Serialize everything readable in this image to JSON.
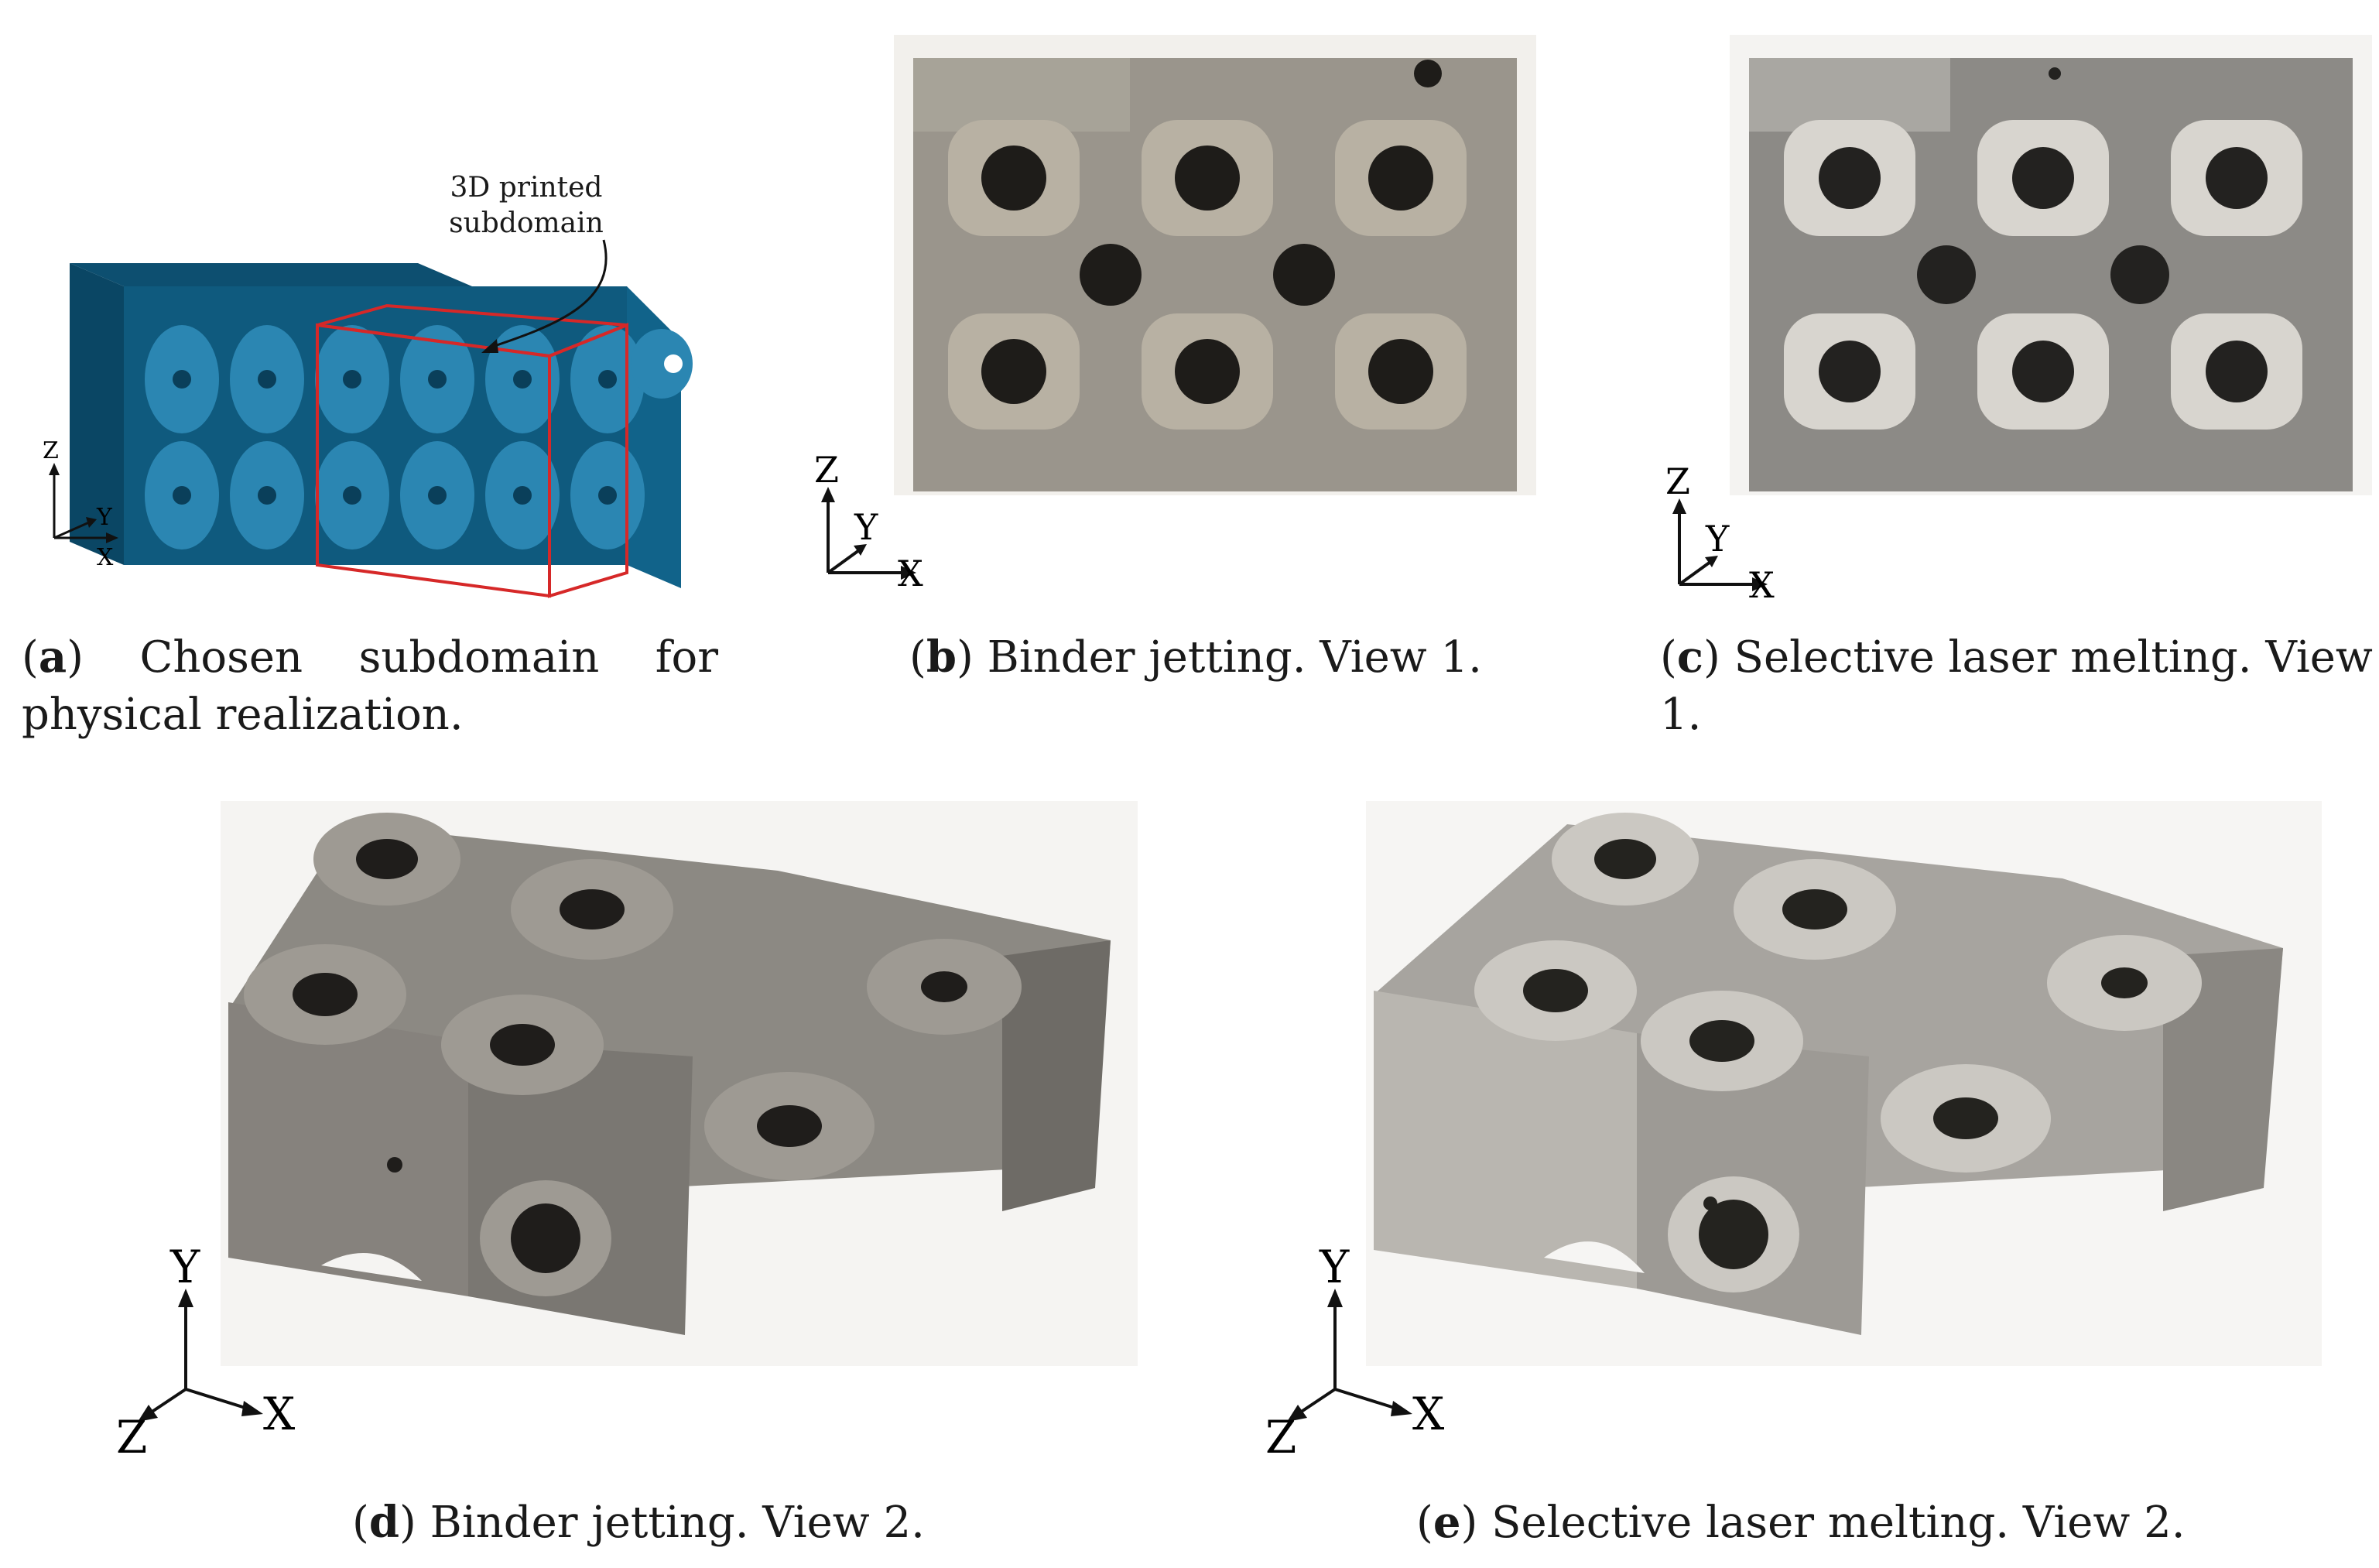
{
  "panels": {
    "a": {
      "letter": "a",
      "caption": "Chosen subdomain for physical realization.",
      "annotation": "3D printed subdomain",
      "axis_labels": [
        "Z",
        "Y",
        "X"
      ]
    },
    "b": {
      "letter": "b",
      "caption": "Binder jetting. View 1.",
      "axis_labels": [
        "Z",
        "Y",
        "X"
      ]
    },
    "c": {
      "letter": "c",
      "caption": "Selective laser melting. View 1.",
      "axis_labels": [
        "Z",
        "Y",
        "X"
      ]
    },
    "d": {
      "letter": "d",
      "caption": "Binder jetting. View 2.",
      "axis_labels": [
        "Y",
        "Z",
        "X"
      ]
    },
    "e": {
      "letter": "e",
      "caption": "Selective laser melting. View 2.",
      "axis_labels": [
        "Y",
        "Z",
        "X"
      ]
    }
  },
  "colors": {
    "model_blue": "#0f5a7e",
    "model_blue_light": "#2b86b2",
    "selection_box": "#d62828",
    "binder_jetting_gray": "#9a958c",
    "slm_silver": "#bdbab4"
  }
}
